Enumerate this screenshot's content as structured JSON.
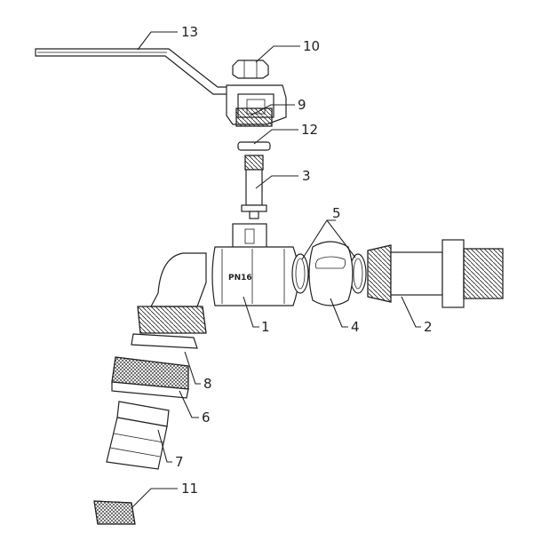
{
  "diagram": {
    "callouts": [
      {
        "id": "p1",
        "label": "1"
      },
      {
        "id": "p2",
        "label": "2"
      },
      {
        "id": "p3",
        "label": "3"
      },
      {
        "id": "p4",
        "label": "4"
      },
      {
        "id": "p5",
        "label": "5"
      },
      {
        "id": "p6",
        "label": "6"
      },
      {
        "id": "p7",
        "label": "7"
      },
      {
        "id": "p8",
        "label": "8"
      },
      {
        "id": "p9",
        "label": "9"
      },
      {
        "id": "p10",
        "label": "10"
      },
      {
        "id": "p11",
        "label": "11"
      },
      {
        "id": "p12",
        "label": "12"
      },
      {
        "id": "p13",
        "label": "13"
      }
    ],
    "body_marking": "PN16",
    "colors": {
      "line": "#222222",
      "background": "#ffffff"
    }
  }
}
